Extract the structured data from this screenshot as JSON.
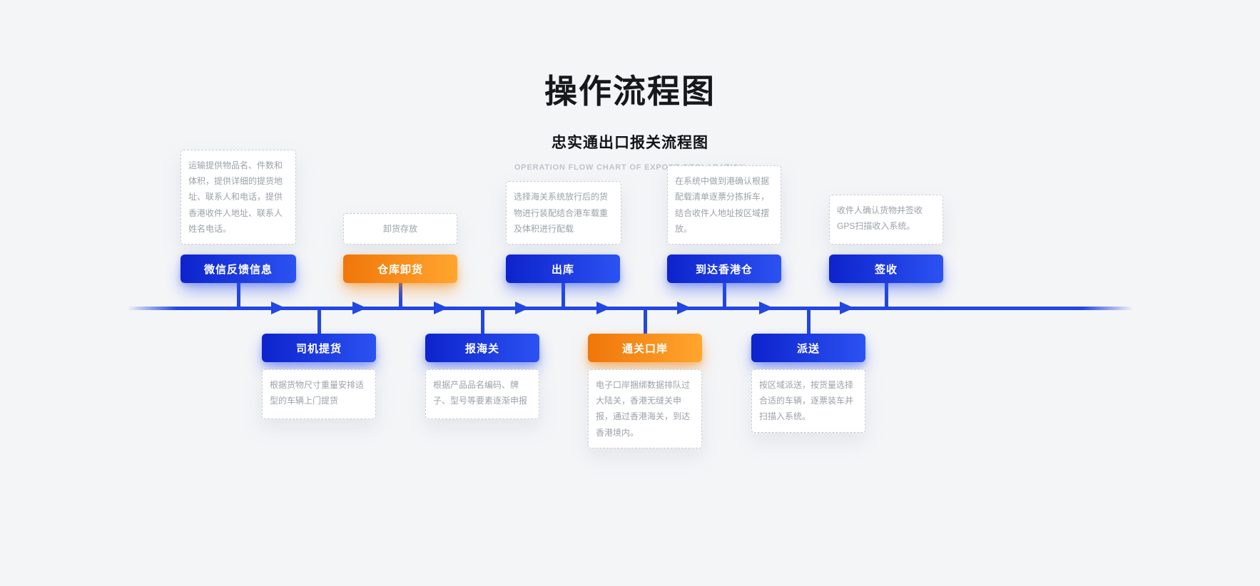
{
  "header": {
    "title": "操作流程图",
    "subtitle": "忠实通出口报关流程图",
    "subtitle_en": "OPERATION FLOW CHART OF EXPORT DECLARATION"
  },
  "colors": {
    "blue_start": "#0d23cc",
    "blue_end": "#2c52f2",
    "orange_start": "#f0760a",
    "orange_end": "#ffa62e",
    "line_color": "#2247e3"
  },
  "steps_top": [
    {
      "label": "微信反馈信息",
      "color": "blue",
      "note": "运输提供物品名、件数和体积，提供详细的提货地址、联系人和电话，提供香港收件人地址、联系人姓名电话。"
    },
    {
      "label": "仓库卸货",
      "color": "orange",
      "note": "卸货存放"
    },
    {
      "label": "出库",
      "color": "blue",
      "note": "选择海关系统放行后的货物进行装配结合港车载重及体积进行配载"
    },
    {
      "label": "到达香港仓",
      "color": "blue",
      "note": "在系统中做到港确认根据配载清单逐票分拣拆车，结合收件人地址按区域摆放。"
    },
    {
      "label": "签收",
      "color": "blue",
      "note": "收件人确认货物并签收GPS扫描收入系统。"
    }
  ],
  "steps_bottom": [
    {
      "label": "司机提货",
      "color": "blue",
      "note": "根据货物尺寸重量安排适型的车辆上门提货"
    },
    {
      "label": "报海关",
      "color": "blue",
      "note": "根据产品品名编码、牌子、型号等要素逐渐申报"
    },
    {
      "label": "通关口岸",
      "color": "orange",
      "note": "电子口岸捆绑数据排队过大陆关，香港无缝关申报，通过香港海关，到达香港境内。"
    },
    {
      "label": "派送",
      "color": "blue",
      "note": "按区域派送，按货量选择合适的车辆，逐票装车并扫描入系统。"
    }
  ]
}
